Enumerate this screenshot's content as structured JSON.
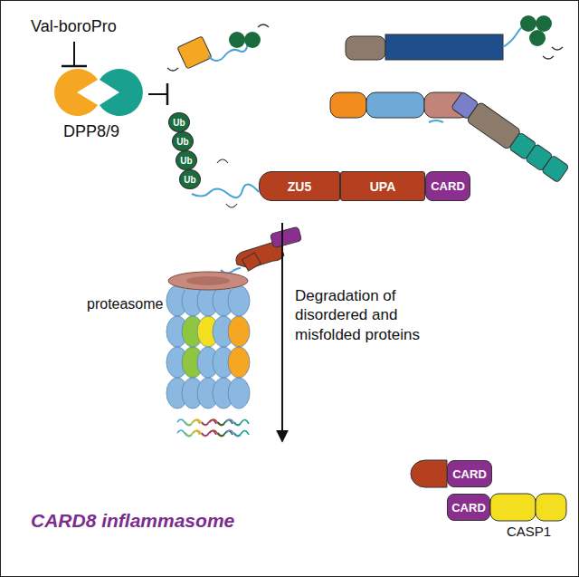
{
  "diagram": {
    "nodes": [
      {
        "text": [
          "Ub"
        ]
      },
      {
        "text": [
          "Ub"
        ]
      },
      {
        "text": [
          "Ub"
        ]
      },
      {
        "text": [
          "Ub"
        ]
      },
      {
        "text": [
          "ZU5"
        ]
      },
      {
        "text": [
          "UPA"
        ]
      },
      {
        "text": [
          "CARD"
        ]
      },
      {
        "text": [
          "CARD"
        ]
      },
      {
        "text": [
          "CARD"
        ]
      }
    ],
    "labels": [
      "Val-boroPro",
      "DPP8/9",
      "proteasome",
      "Degradation of disordered and misfolded proteins",
      "CARD8 inflammasome",
      "CASP1"
    ]
  }
}
